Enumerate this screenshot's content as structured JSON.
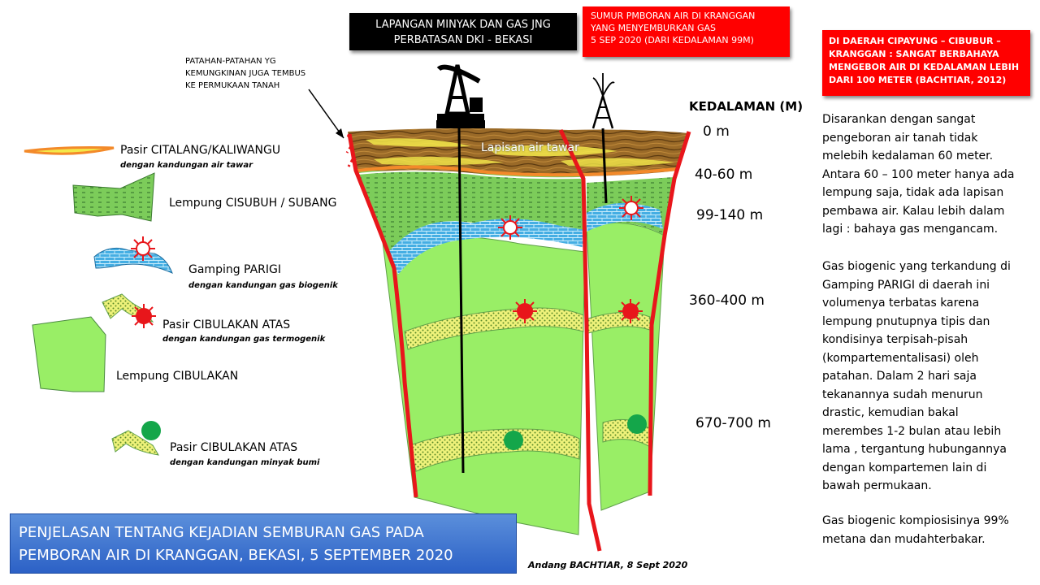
{
  "header": {
    "field_title_lines": [
      "LAPANGAN MINYAK DAN GAS JNG",
      "PERBATASAN DKI - BEKASI"
    ],
    "well_title_lines": [
      "SUMUR PMBORAN AIR DI KRANGGAN",
      "YANG MENYEMBURKAN GAS",
      "5 SEP 2020  (DARI KEDALAMAN 99M)"
    ],
    "warning_lines": [
      "DI DAERAH CIPAYUNG – CIBUBUR –",
      "KRANGGAN : SANGAT BERBAHAYA",
      "MENGEBOR AIR DI KEDALAMAN LEBIH",
      "DARI 100 METER (BACHTIAR, 2012)"
    ]
  },
  "fault_note_lines": [
    "PATAHAN-PATAHAN YG",
    "KEMUNGKINAN JUGA TEMBUS",
    "KE PERMUKAAN TANAH"
  ],
  "layer_label": "Lapisan air tawar",
  "depth_axis": {
    "title": "KEDALAMAN (M)",
    "labels": [
      "0 m",
      "40-60 m",
      "99-140 m",
      "360-400 m",
      "670-700 m"
    ]
  },
  "legend": [
    {
      "name": "Pasir CITALANG/KALIWANGU",
      "sub": "dengan kandungan air tawar"
    },
    {
      "name": "Lempung CISUBUH / SUBANG",
      "sub": ""
    },
    {
      "name": "Gamping PARIGI",
      "sub": "dengan kandungan gas biogenik"
    },
    {
      "name": "Pasir CIBULAKAN ATAS",
      "sub": "dengan kandungan gas termogenik"
    },
    {
      "name": "Lempung CIBULAKAN",
      "sub": ""
    },
    {
      "name": "Pasir CIBULAKAN ATAS",
      "sub": "dengan kandungan minyak bumi"
    }
  ],
  "explanation": {
    "para1_lines": [
      "Disarankan dengan sangat",
      "pengeboran air tanah tidak",
      "melebih kedalaman 60 meter.",
      "Antara 60 – 100 meter hanya ada",
      "lempung saja, tidak ada lapisan",
      "pembawa air. Kalau lebih dalam",
      "lagi : bahaya gas mengancam."
    ],
    "para2_lines": [
      "Gas biogenic yang terkandung di",
      "Gamping PARIGI di daerah ini",
      "volumenya terbatas karena",
      "lempung pnutupnya tipis dan",
      "kondisinya terpisah-pisah",
      "(kompartementalisasi) oleh",
      "patahan. Dalam 2 hari saja",
      "tekanannya sudah menurun",
      "drastic, kemudian bakal",
      "merembes 1-2 bulan atau lebih",
      "lama , tergantung hubungannya",
      "dengan kompartemen lain di",
      "bawah permukaan."
    ],
    "para3_lines": [
      "Gas biogenic kompiosisinya 99%",
      "metana dan mudahterbakar."
    ]
  },
  "footer": {
    "title_lines": [
      "PENJELASAN TENTANG KEJADIAN SEMBURAN GAS PADA",
      "PEMBORAN AIR DI KRANGGAN, BEKASI,  5 SEPTEMBER 2020"
    ],
    "author": "Andang  BACHTIAR, 8 Sept 2020"
  },
  "colors": {
    "fault": "#e8161b",
    "clay": "#7ccc5a",
    "limestone": "#3fa9e0",
    "sand": "#f3e84a",
    "lempung_cibulakan": "#99ee66",
    "oil": "#14a64a",
    "gas": "#e8161b",
    "topsoil": "#8a5a1f"
  }
}
